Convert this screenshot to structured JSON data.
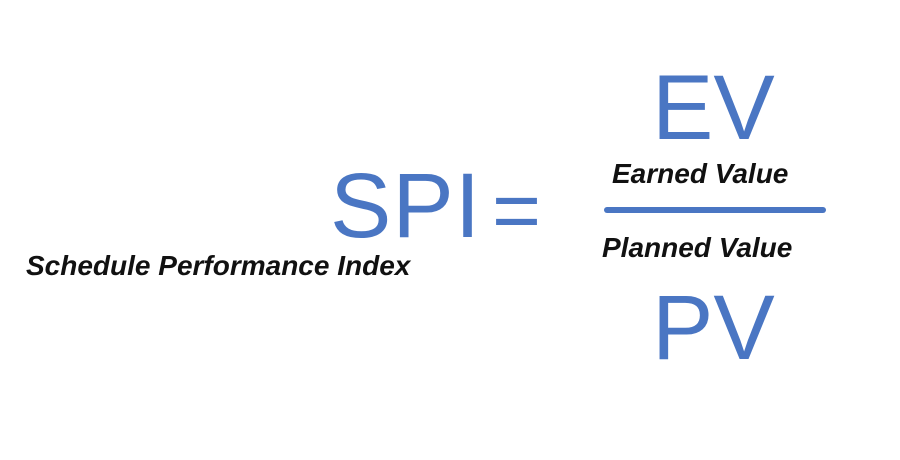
{
  "formula": {
    "lhs": "SPI",
    "lhs_label": "Schedule Performance Index",
    "operator": "=",
    "numerator": "EV",
    "numerator_label": "Earned Value",
    "denominator": "PV",
    "denominator_label": "Planned Value"
  },
  "colors": {
    "formula_text": "#4a76c3",
    "label_text": "#111111",
    "background": "#ffffff"
  }
}
